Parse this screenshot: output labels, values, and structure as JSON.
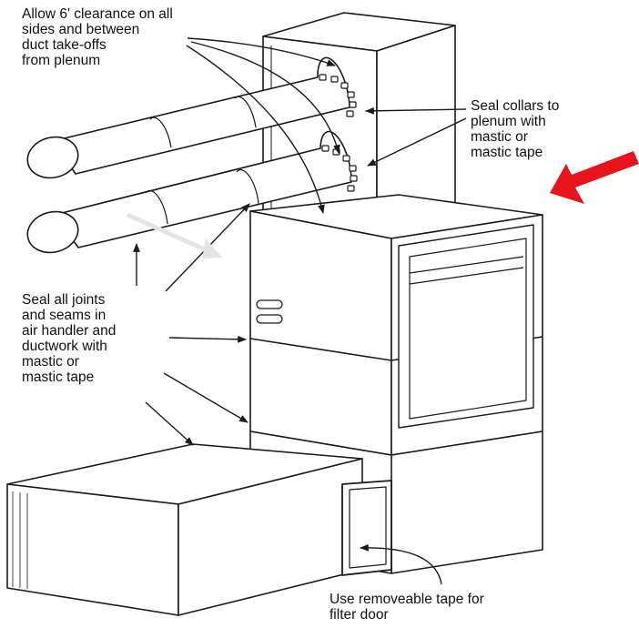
{
  "callouts": {
    "clearance": [
      "Allow 6' clearance on all",
      "sides and between",
      "duct take-offs",
      "from plenum"
    ],
    "seal_collars": [
      "Seal collars to",
      "plenum with",
      "mastic or",
      "mastic tape"
    ],
    "seal_joints": [
      "Seal all joints",
      "and seams in",
      "air handler and",
      "ductwork with",
      "mastic or",
      "mastic tape"
    ],
    "filter_door": [
      "Use removeable tape for",
      "filter door"
    ]
  },
  "colors": {
    "line": "#1a1a1a",
    "highlight_arrow": "#e8141b",
    "faint_arrow": "#e4e4e4"
  }
}
